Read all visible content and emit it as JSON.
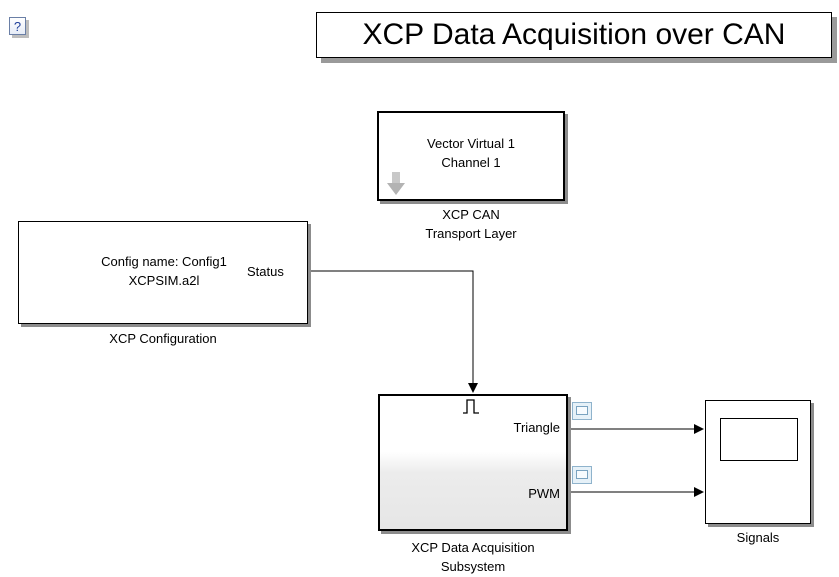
{
  "help": {
    "label": "?"
  },
  "title": "XCP Data Acquisition over CAN",
  "blocks": {
    "transport": {
      "line1": "Vector Virtual 1",
      "line2": "Channel 1",
      "caption_line1": "XCP CAN",
      "caption_line2": "Transport Layer"
    },
    "config": {
      "line1": "Config name: Config1",
      "line2": "XCPSIM.a2l",
      "output_port": "Status",
      "caption": "XCP Configuration"
    },
    "daq": {
      "port_triangle": "Triangle",
      "port_pwm": "PWM",
      "caption_line1": "XCP Data Acquisition",
      "caption_line2": "Subsystem"
    },
    "scope": {
      "caption": "Signals"
    }
  },
  "icons": {
    "help": "help-icon",
    "transport_port": "down-arrow-icon",
    "trigger": "trigger-pulse-icon",
    "signal_badge": "scope-signal-badge-icon",
    "scope_screen": "scope-screen-icon"
  },
  "colors": {
    "background": "#ffffff",
    "line": "#000000",
    "block_shadow": "#8c8c8c",
    "badge_fill": "#e6f1f8",
    "badge_border": "#8fb3cc",
    "port_arrow": "#b3b3b3"
  }
}
